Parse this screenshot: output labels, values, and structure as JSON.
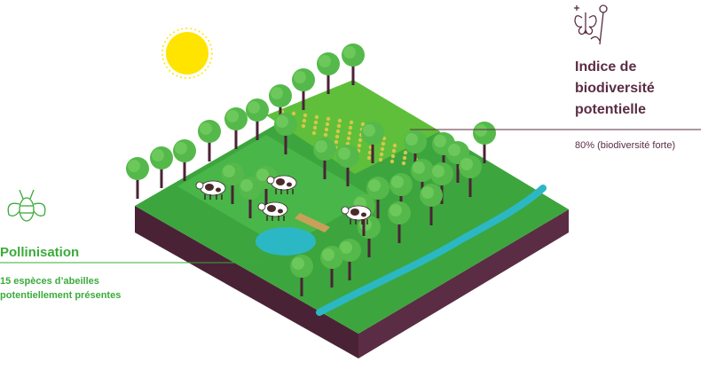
{
  "biodiversity": {
    "title": "Indice de biodiversité potentielle",
    "value": "80% (biodiversité forte)",
    "icon": "butterfly-flower-icon",
    "color": "#5a2d44"
  },
  "pollination": {
    "title": "Pollinisation",
    "description": "15 espèces d’abeilles potentiellement présentes",
    "icon": "bee-icon",
    "color": "#3bab3b"
  },
  "scene": {
    "grass": "#3da53d",
    "soil": "#5a2d44",
    "water": "#2bb8c4",
    "sun": "#ffe400",
    "crop": "#d7c64a"
  }
}
